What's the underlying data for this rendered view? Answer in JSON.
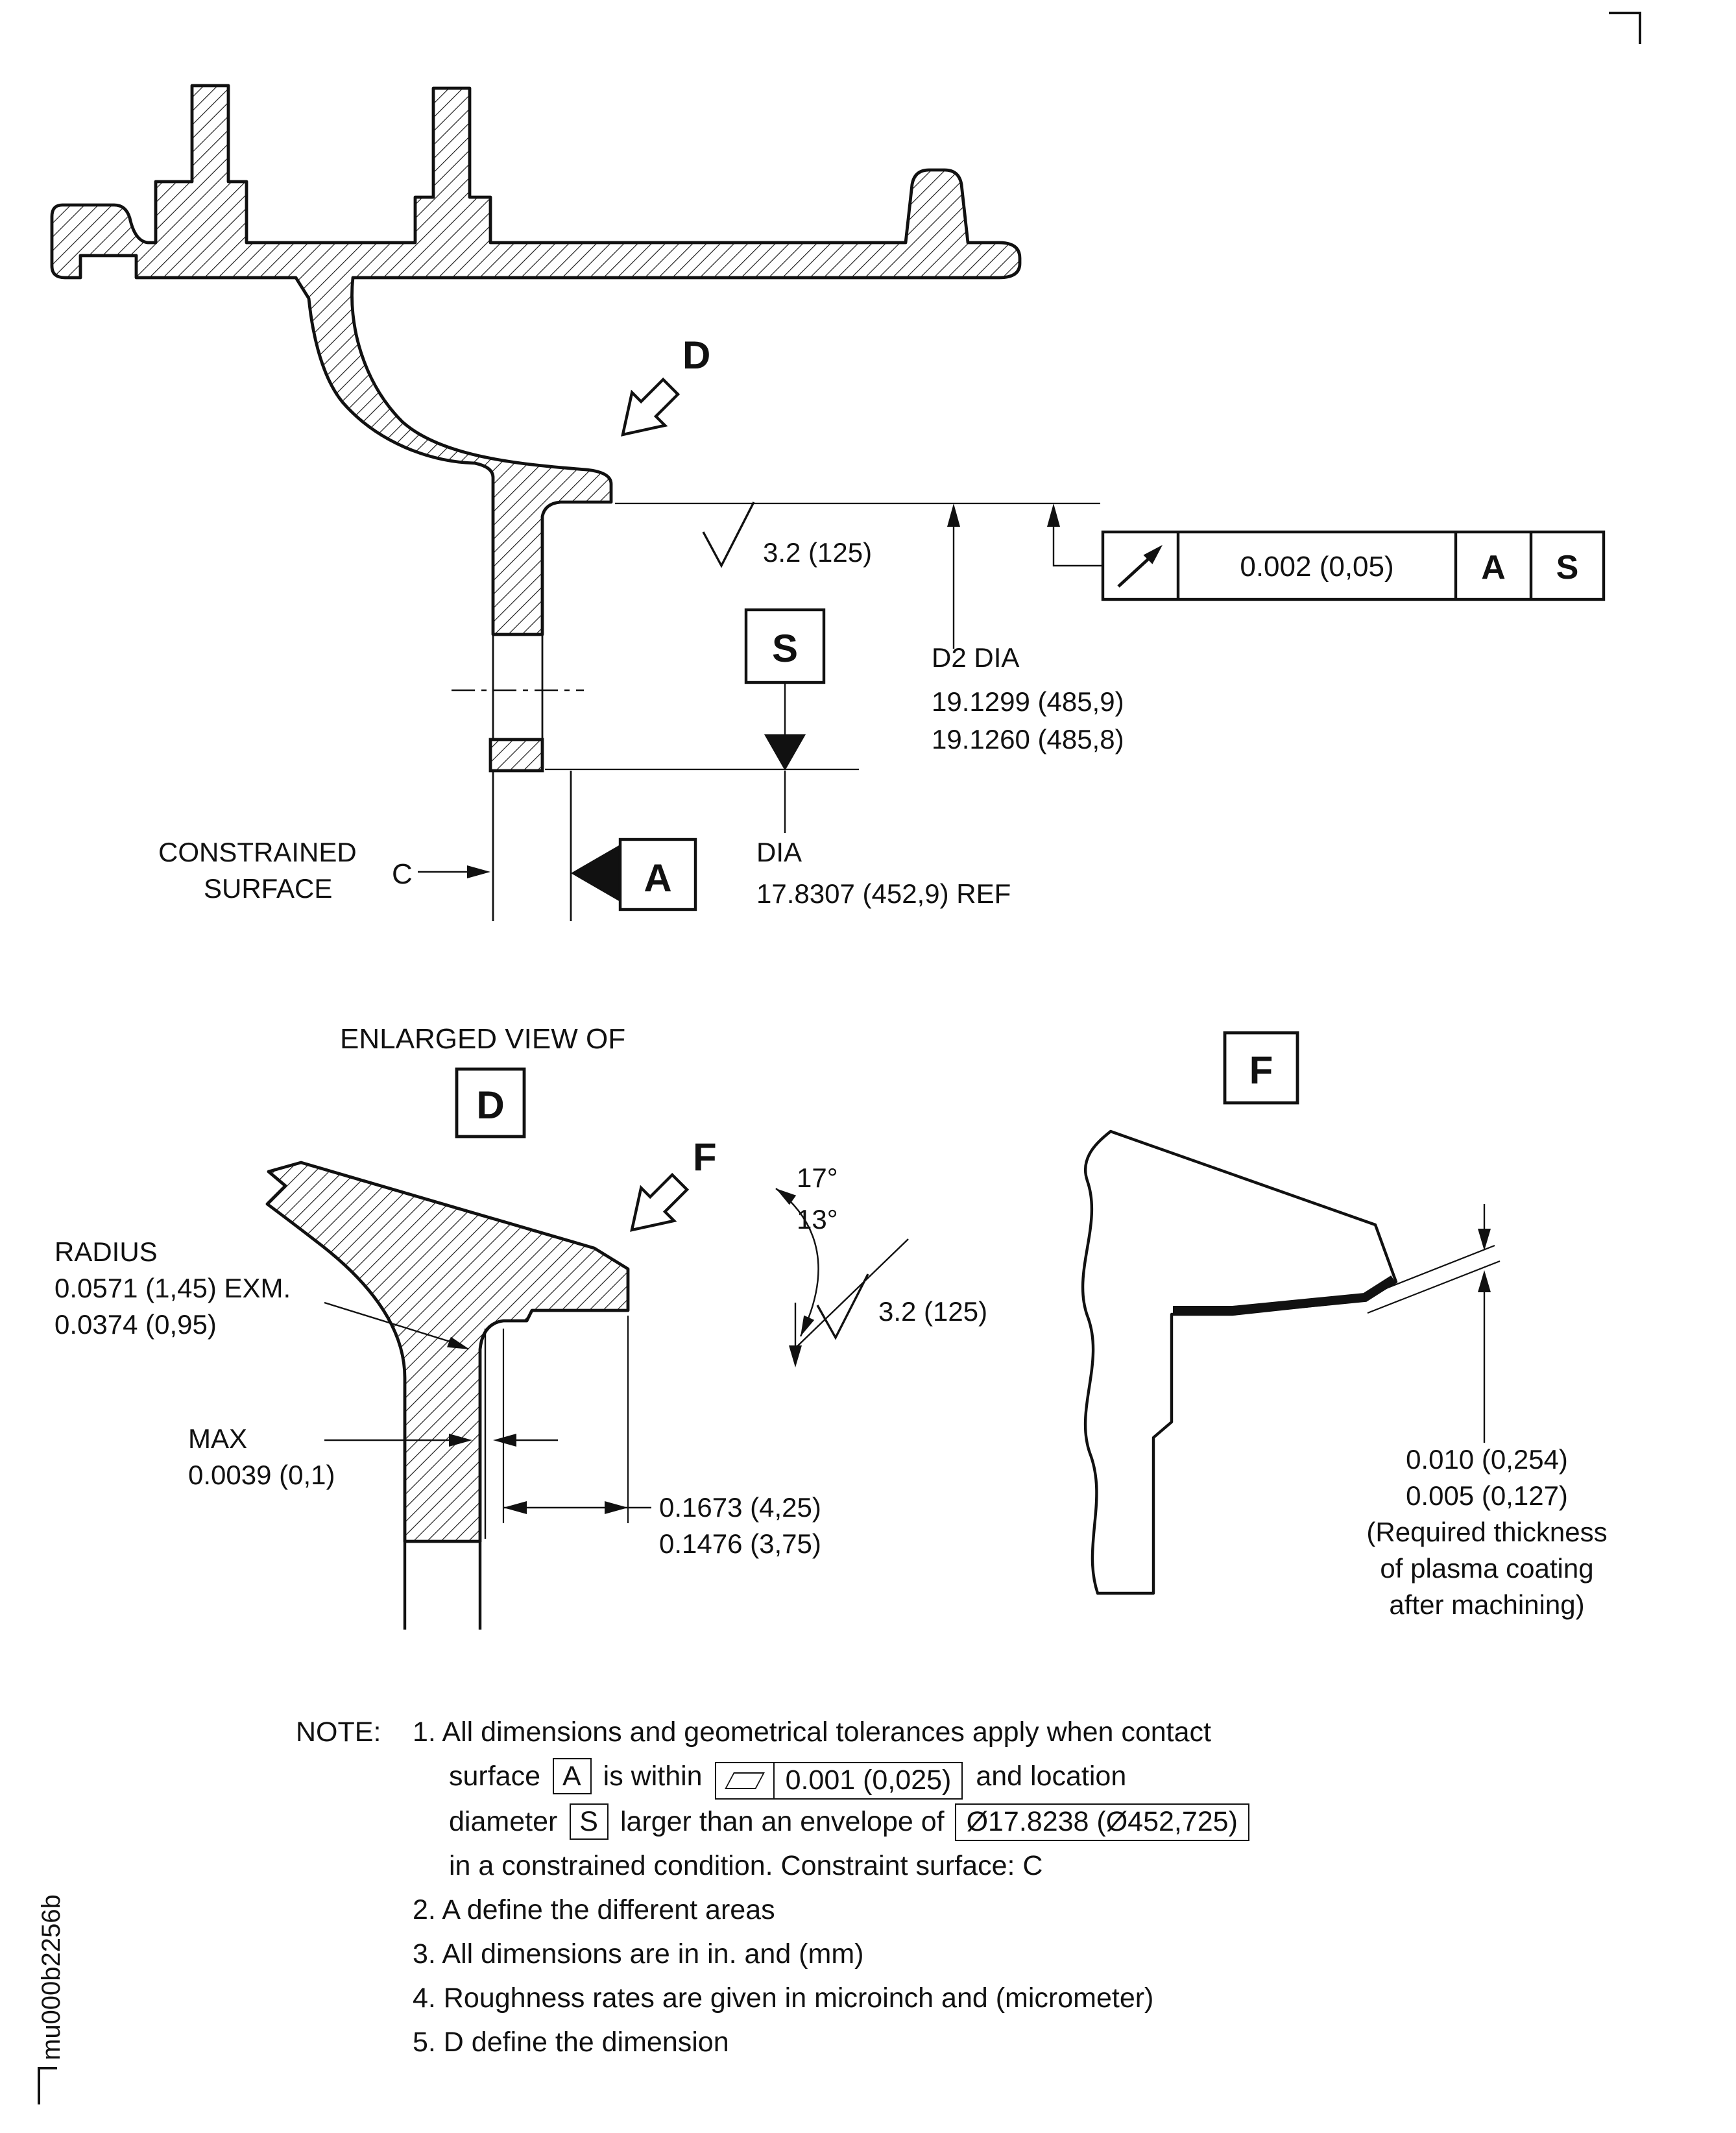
{
  "meta": {
    "doc_code": "mu000b2256b"
  },
  "top_view": {
    "view_arrow_label": "D",
    "roughness": "3.2 (125)",
    "fcf": {
      "symbol": "circular-runout",
      "tolerance": "0.002 (0,05)",
      "datum1": "A",
      "datum2": "S"
    },
    "datum_s": "S",
    "datum_a": "A",
    "datum_c": "C",
    "d2": {
      "label": "D2 DIA",
      "value1": "19.1299 (485,9)",
      "value2": "19.1260 (485,8)"
    },
    "dia": {
      "label": "DIA",
      "value": "17.8307 (452,9) REF"
    },
    "constrained1": "CONSTRAINED",
    "constrained2": "SURFACE"
  },
  "detail_d": {
    "title": "ENLARGED VIEW OF",
    "box_label": "D",
    "view_arrow_label": "F",
    "angle1": "17°",
    "angle2": "13°",
    "roughness": "3.2 (125)",
    "radius_label": "RADIUS",
    "radius_v1": "0.0571 (1,45) EXM.",
    "radius_v2": "0.0374 (0,95)",
    "max_label": "MAX",
    "max_value": "0.0039 (0,1)",
    "width_v1": "0.1673 (4,25)",
    "width_v2": "0.1476 (3,75)"
  },
  "detail_f": {
    "box_label": "F",
    "thickness_v1": "0.010 (0,254)",
    "thickness_v2": "0.005 (0,127)",
    "note1": "(Required thickness",
    "note2": "of plasma coating",
    "note3": "after machining)"
  },
  "notes": {
    "label": "NOTE:",
    "n1_l1": "1. All dimensions and geometrical tolerances apply when contact",
    "n1_l2_a": "surface",
    "n1_l2_boxA": "A",
    "n1_l2_b": "is within",
    "n1_l2_flat": "0.001 (0,025)",
    "n1_l2_c": "and location",
    "n1_l3_a": "diameter",
    "n1_l3_boxS": "S",
    "n1_l3_b": "larger than an envelope of",
    "n1_l3_box": "Ø17.8238 (Ø452,725)",
    "n1_l4": "in a constrained condition. Constraint surface: C",
    "n2": "2. A define the different areas",
    "n3": "3. All dimensions are in in. and (mm)",
    "n4": "4. Roughness rates are given in microinch and (micrometer)",
    "n5": "5. D define the dimension"
  }
}
